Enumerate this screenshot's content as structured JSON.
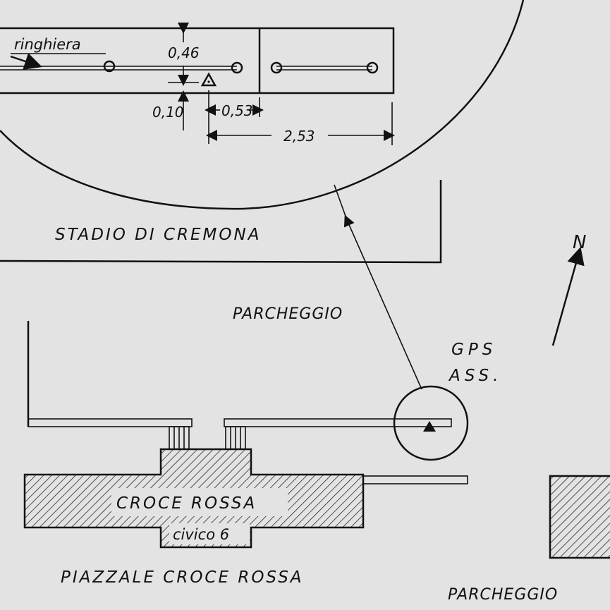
{
  "labels": {
    "ringhiera": "ringhiera",
    "dim_046": "0,46",
    "dim_010": "0,10",
    "dim_053": "0,53",
    "dim_253": "2,53",
    "stadio": "STADIO DI CREMONA",
    "parcheggio_top": "PARCHEGGIO",
    "gps_line1": "GPS",
    "gps_line2": "ASS.",
    "north": "N",
    "croce_rossa": "CROCE ROSSA",
    "civico": "civico 6",
    "piazzale": "PIAZZALE CROCE ROSSA",
    "parcheggio_bottom": "PARCHEGGIO"
  },
  "colors": {
    "background": "#e3e3e3",
    "ink": "#111111"
  }
}
